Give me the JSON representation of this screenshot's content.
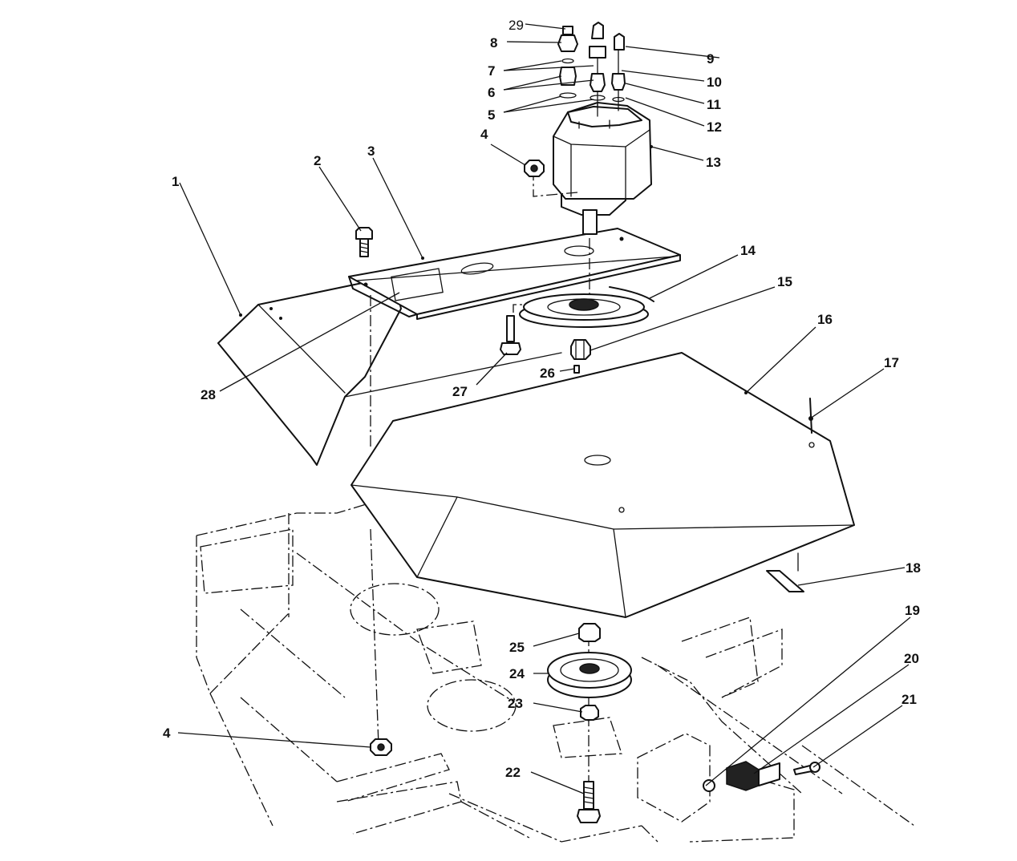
{
  "callouts": {
    "c1": "1",
    "c2": "2",
    "c3": "3",
    "c4a": "4",
    "c4b": "4",
    "c5": "5",
    "c6": "6",
    "c7": "7",
    "c8": "8",
    "c9": "9",
    "c10": "10",
    "c11": "11",
    "c12": "12",
    "c13": "13",
    "c14": "14",
    "c15": "15",
    "c16": "16",
    "c17": "17",
    "c18": "18",
    "c19": "19",
    "c20": "20",
    "c21": "21",
    "c22": "22",
    "c23": "23",
    "c24": "24",
    "c25": "25",
    "c26": "26",
    "c27": "27",
    "c28": "28",
    "c29": "29"
  }
}
